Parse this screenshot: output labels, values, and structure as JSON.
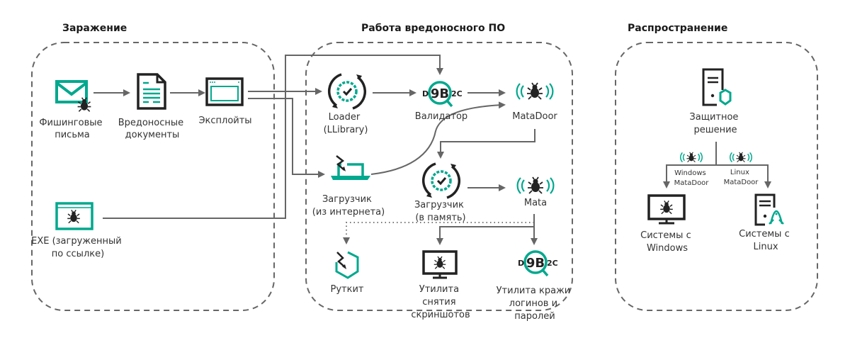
{
  "colors": {
    "accent": "#00a88e",
    "ink": "#222222",
    "line": "#666666"
  },
  "sections": {
    "infection": {
      "title": "Заражение"
    },
    "malware": {
      "title": "Работа вредоносного ПО"
    },
    "spread": {
      "title": "Распространение"
    }
  },
  "nodes": {
    "phishing": {
      "icon": "phishing-email-icon",
      "lines": [
        "Фишинговые",
        "письма"
      ]
    },
    "docs": {
      "icon": "malicious-document-icon",
      "lines": [
        "Вредоносные",
        "документы"
      ]
    },
    "exploits": {
      "icon": "exploit-window-icon",
      "lines": [
        "Эксплойты"
      ]
    },
    "exe": {
      "icon": "exe-window-bug-icon",
      "lines": [
        "EXE (загруженный",
        "по ссылке)"
      ]
    },
    "loader": {
      "icon": "loader-cycle-icon",
      "lines": [
        "Loader",
        "(LLibrary)"
      ]
    },
    "validator": {
      "icon": "d9b2c-search-icon",
      "icon_text": [
        "D",
        "9B",
        "2C"
      ],
      "lines": [
        "Валидатор"
      ]
    },
    "matadoor": {
      "icon": "bug-signal-icon",
      "lines": [
        "MataDoor"
      ]
    },
    "downloader_net": {
      "icon": "laptop-lightning-icon",
      "lines": [
        "Загрузчик",
        "(из интернета)"
      ]
    },
    "downloader_mem": {
      "icon": "loader-cycle-icon",
      "lines": [
        "Загрузчик",
        "(в память)"
      ]
    },
    "mata": {
      "icon": "bug-signal-icon",
      "lines": [
        "Mata"
      ]
    },
    "rootkit": {
      "icon": "shield-lightning-icon",
      "lines": [
        "Руткит"
      ]
    },
    "screenshot": {
      "icon": "monitor-bug-icon",
      "lines": [
        "Утилита",
        "снятия",
        "скриншотов"
      ]
    },
    "stealer": {
      "icon": "d9b2c-search-icon",
      "icon_text": [
        "D",
        "9B",
        "2C"
      ],
      "lines": [
        "Утилита кражи",
        "логинов и",
        "паролей"
      ]
    },
    "security": {
      "icon": "server-shield-icon",
      "lines": [
        "Защитное",
        "решение"
      ]
    },
    "win_matadoor": {
      "icon": "bug-signal-icon",
      "lines": [
        "Windows",
        "MataDoor"
      ]
    },
    "linux_matadoor": {
      "icon": "bug-signal-icon",
      "lines": [
        "Linux",
        "MataDoor"
      ]
    },
    "windows_sys": {
      "icon": "monitor-bug-icon",
      "lines": [
        "Системы с",
        "Windows"
      ]
    },
    "linux_sys": {
      "icon": "server-linux-icon",
      "lines": [
        "Системы с",
        "Linux"
      ]
    }
  }
}
